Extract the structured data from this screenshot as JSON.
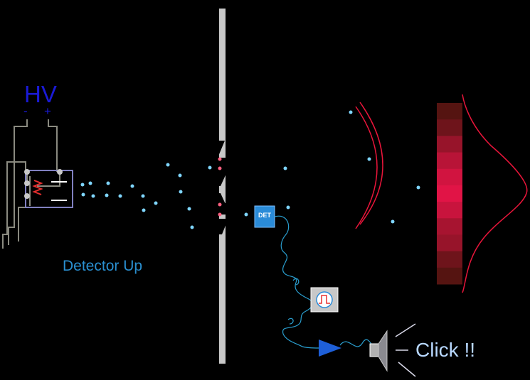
{
  "labels": {
    "hv": "HV",
    "hv_minus": "-",
    "hv_plus": "+",
    "detector_state": "Detector Up",
    "detector_box": "DET",
    "sound": "Click !!"
  },
  "colors": {
    "background": "#000000",
    "wire": "#8a8a80",
    "barrier": "#c8c8c8",
    "electron": "#7fd6ff",
    "slit_marker": "#ff6080",
    "wavefront": "#e8153a",
    "distribution_curve": "#e8153a",
    "detector_box": "#2a8bd8",
    "signal_wire": "#2a9fd0",
    "amplifier": "#1e5fd8",
    "hv_text": "#1a1ad6",
    "detector_text": "#2a8fd0",
    "click_text": "#b8d8ff"
  },
  "screen_intensity": [
    0.15,
    0.3,
    0.55,
    0.75,
    0.9,
    1.0,
    0.85,
    0.65,
    0.55,
    0.3,
    0.15
  ],
  "icons": {
    "source": "electron-gun-icon",
    "barrier": "double-slit-barrier",
    "detector": "which-path-detector-icon",
    "oscilloscope": "pulse-icon",
    "amplifier": "amplifier-triangle-icon",
    "speaker": "speaker-icon"
  }
}
